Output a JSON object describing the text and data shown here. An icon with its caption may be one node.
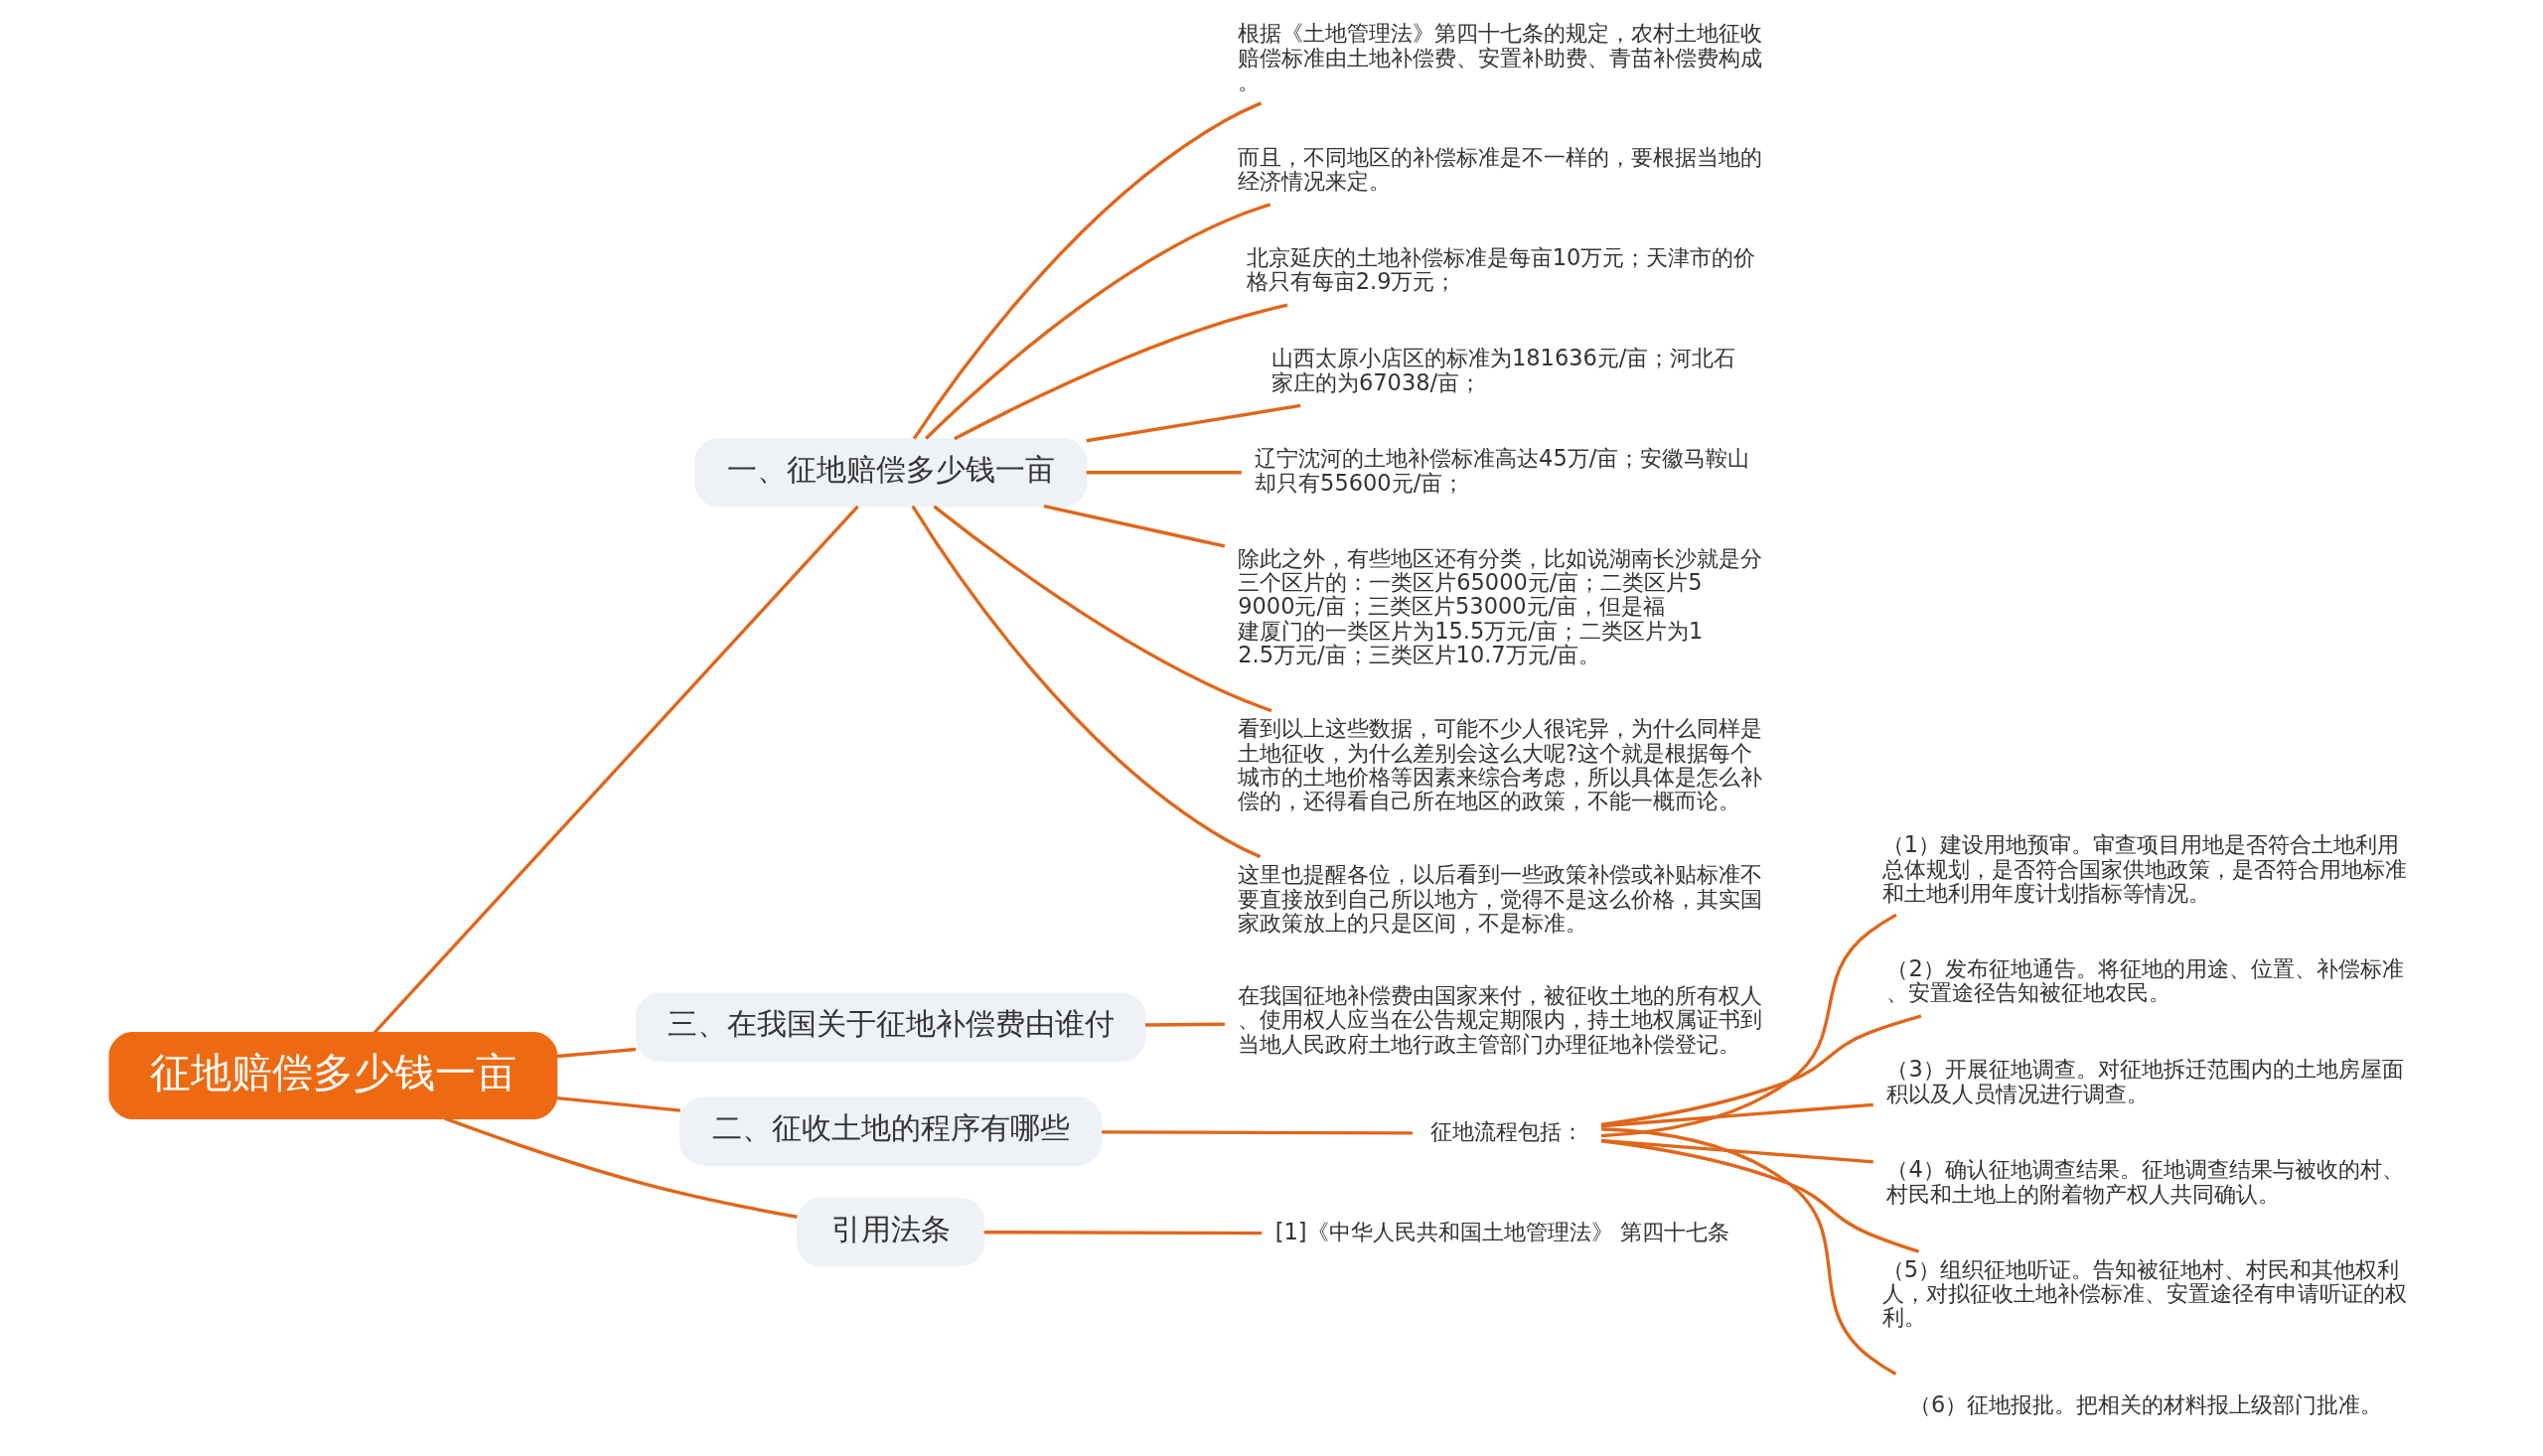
{
  "diagram": {
    "nodes": [
      {
        "text": [
          "征地赔偿多少钱一亩"
        ]
      },
      {
        "text": [
          "一、征地赔偿多少钱一亩"
        ]
      },
      {
        "text": [
          "根据《土地管理法》第四十七条的规定，农村土地征收赔偿标准由土地补偿费、安置补助费、青苗补偿费构成。"
        ]
      },
      {
        "text": [
          "而且，不同地区的补偿标准是不一样的，要根据当地的经济情况来定。"
        ]
      },
      {
        "text": [
          "北京延庆的土地补偿标准是每亩10万元；天津市的价格只有每亩2.9万元；"
        ]
      },
      {
        "text": [
          "山西太原小店区的标准为181636元/亩；河北石家庄的为67038/亩；"
        ]
      },
      {
        "text": [
          "辽宁沈河的土地补偿标准高达45万/亩；安徽马鞍山却只有55600元/亩；"
        ]
      },
      {
        "text": [
          "除此之外，有些地区还有分类，比如说湖南长沙就是分三个区片的：一类区片65000元/亩；二类区片59000元/亩；三类区片53000元/亩，但是福建厦门的一类区片为15.5万元/亩；二类区片为12.5万元/亩；三类区片10.7万元/亩。"
        ]
      },
      {
        "text": [
          "看到以上这些数据，可能不少人很诧异，为什么同样是土地征收，为什么差别会这么大呢?这个就是根据每个城市的土地价格等因素来综合考虑，所以具体是怎么补偿的，还得看自己所在地区的政策，不能一概而论。"
        ]
      },
      {
        "text": [
          "这里也提醒各位，以后看到一些政策补偿或补贴标准不要直接放到自己所以地方，觉得不是这么价格，其实国家政策放上的只是区间，不是标准。"
        ]
      },
      {
        "text": [
          "三、在我国关于征地补偿费由谁付"
        ]
      },
      {
        "text": [
          "在我国征地补偿费由国家来付，被征收土地的所有权人、使用权人应当在公告规定期限内，持土地权属证书到当地人民政府土地行政主管部门办理征地补偿登记。"
        ]
      },
      {
        "text": [
          "二、征收土地的程序有哪些"
        ]
      },
      {
        "text": [
          "征地流程包括："
        ]
      },
      {
        "text": [
          "（1）建设用地预审。审查项目用地是否符合土地利用总体规划，是否符合国家供地政策，是否符合用地标准和土地利用年度计划指标等情况。"
        ]
      },
      {
        "text": [
          "（2）发布征地通告。将征地的用途、位置、补偿标准、安置途径告知被征地农民。"
        ]
      },
      {
        "text": [
          "（3）开展征地调查。对征地拆迁范围内的土地房屋面积以及人员情况进行调查。"
        ]
      },
      {
        "text": [
          "（4）确认征地调查结果。征地调查结果与被收的村、村民和土地上的附着物产权人共同确认。"
        ]
      },
      {
        "text": [
          "（5）组织征地听证。告知被征地村、村民和其他权利人，对拟征收土地补偿标准、安置途径有申请听证的权利。"
        ]
      },
      {
        "text": [
          "（6）征地报批。把相关的材料报上级部门批准。"
        ]
      },
      {
        "text": [
          "引用法条"
        ]
      },
      {
        "text": [
          "[1]《中华人民共和国土地管理法》 第四十七条"
        ]
      }
    ],
    "edges": [
      {
        "from": 0,
        "to": 1,
        "arrow": "none"
      },
      {
        "from": 1,
        "to": 2,
        "arrow": "none"
      },
      {
        "from": 1,
        "to": 3,
        "arrow": "none"
      },
      {
        "from": 1,
        "to": 4,
        "arrow": "none"
      },
      {
        "from": 1,
        "to": 5,
        "arrow": "none"
      },
      {
        "from": 1,
        "to": 6,
        "arrow": "none"
      },
      {
        "from": 1,
        "to": 7,
        "arrow": "none"
      },
      {
        "from": 1,
        "to": 8,
        "arrow": "none"
      },
      {
        "from": 1,
        "to": 9,
        "arrow": "none"
      },
      {
        "from": 0,
        "to": 10,
        "arrow": "none"
      },
      {
        "from": 10,
        "to": 11,
        "arrow": "none"
      },
      {
        "from": 0,
        "to": 12,
        "arrow": "none"
      },
      {
        "from": 12,
        "to": 13,
        "arrow": "none"
      },
      {
        "from": 13,
        "to": 14,
        "arrow": "none"
      },
      {
        "from": 13,
        "to": 15,
        "arrow": "none"
      },
      {
        "from": 13,
        "to": 16,
        "arrow": "none"
      },
      {
        "from": 13,
        "to": 17,
        "arrow": "none"
      },
      {
        "from": 13,
        "to": 18,
        "arrow": "none"
      },
      {
        "from": 13,
        "to": 19,
        "arrow": "none"
      },
      {
        "from": 0,
        "to": 20,
        "arrow": "none"
      },
      {
        "from": 20,
        "to": 21,
        "arrow": "none"
      }
    ]
  }
}
